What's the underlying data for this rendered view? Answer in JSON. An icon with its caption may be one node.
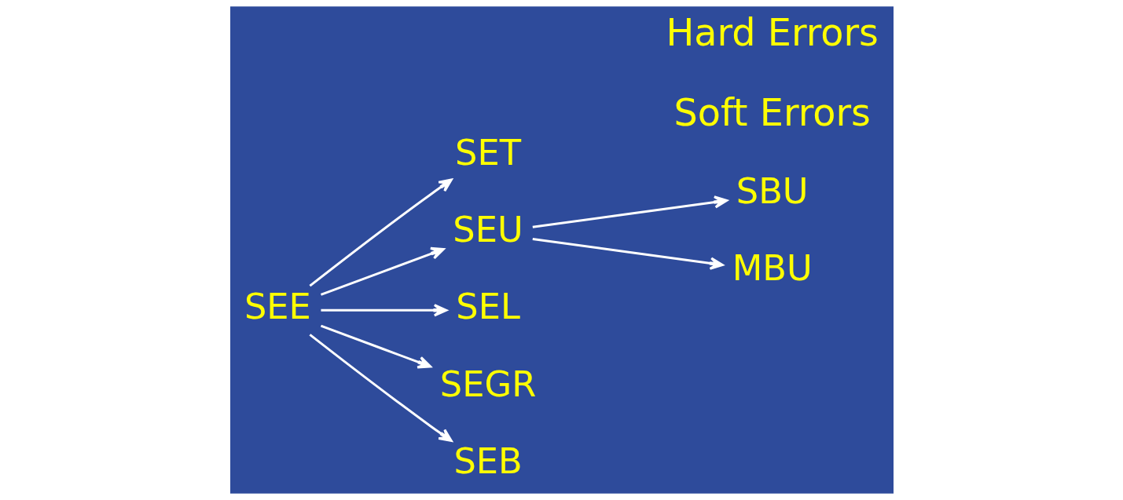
{
  "diagram": {
    "nodes": [
      {
        "text": [
          "SEE"
        ]
      },
      {
        "text": [
          "SET"
        ]
      },
      {
        "text": [
          "SEU"
        ]
      },
      {
        "text": [
          "SBU"
        ]
      },
      {
        "text": [
          "MBU"
        ]
      },
      {
        "text": [
          "SEL"
        ]
      },
      {
        "text": [
          "SEGR"
        ]
      },
      {
        "text": [
          "SEB"
        ]
      }
    ],
    "edges": [
      {
        "from": 0,
        "to": 1,
        "arrow": "to"
      },
      {
        "from": 0,
        "to": 2,
        "arrow": "to"
      },
      {
        "from": 2,
        "to": 3,
        "arrow": "to"
      },
      {
        "from": 2,
        "to": 4,
        "arrow": "to"
      },
      {
        "from": 0,
        "to": 5,
        "arrow": "to"
      },
      {
        "from": 0,
        "to": 6,
        "arrow": "to"
      },
      {
        "from": 0,
        "to": 7,
        "arrow": "to"
      }
    ],
    "labels": [
      "Soft Errors",
      "Hard Errors"
    ]
  }
}
